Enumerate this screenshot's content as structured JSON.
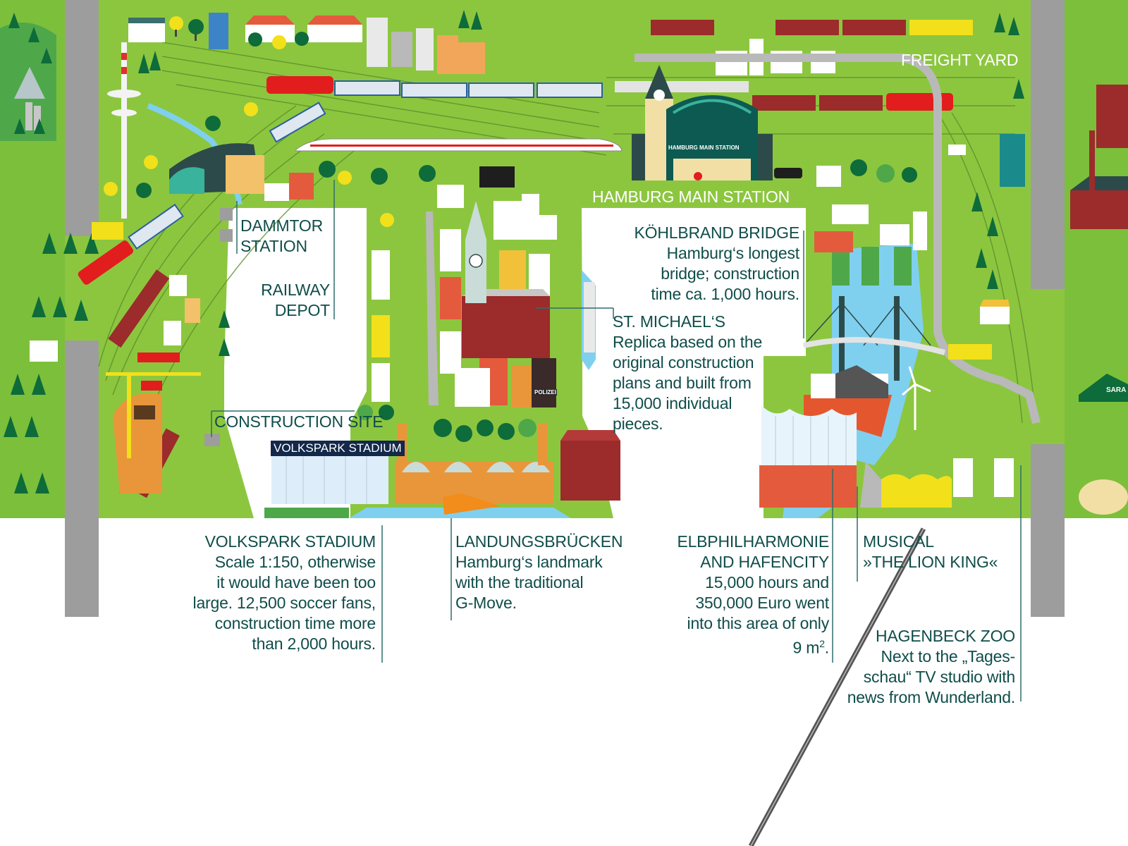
{
  "labels": {
    "freight_yard": "FREIGHT YARD",
    "hamburg_main_station": "HAMBURG MAIN STATION",
    "dammtor_station": {
      "line1": "DAMMTOR",
      "line2": "STATION"
    },
    "railway_depot": {
      "line1": "RAILWAY",
      "line2": "DEPOT"
    },
    "construction_site": "CONSTRUCTION SITE",
    "kohlbrand_bridge": {
      "title": "KÖHLBRAND BRIDGE",
      "lines": [
        "Hamburg‘s longest",
        "bridge; construction",
        "time ca. 1,000 hours."
      ]
    },
    "st_michaels": {
      "title": "ST. MICHAEL‘S",
      "lines": [
        "Replica based on the",
        "original construction",
        "plans and built from",
        "15,000 individual",
        "pieces."
      ]
    },
    "volkspark_stadium": {
      "title": "VOLKSPARK STADIUM",
      "lines": [
        "Scale 1:150, otherwise",
        "it would have been too",
        "large. 12,500 soccer fans,",
        "construction time more",
        "than 2,000 hours."
      ]
    },
    "landungsbrucken": {
      "title": "LANDUNGSBRÜCKEN",
      "lines": [
        "Hamburg‘s landmark",
        "with the traditional",
        "G-Move."
      ]
    },
    "elbphilharmonie": {
      "title_line1": "ELBPHILHARMONIE",
      "title_line2": "AND HAFENCITY",
      "lines": [
        "15,000 hours and",
        "350,000 Euro went",
        "into this area of only"
      ],
      "last_line": "9 m",
      "superscript": "2",
      "last_suffix": "."
    },
    "musical": {
      "line1": "MUSICAL",
      "line2": "»THE LION KING«"
    },
    "hagenbeck_zoo": {
      "title": "HAGENBECK ZOO",
      "lines": [
        "Next to the „Tages-",
        "schau“ TV studio with",
        "news from Wunderland."
      ]
    }
  },
  "signs": {
    "stadium_sign": "VOLKSPARK STADIUM",
    "station_sign": "HAMBURG MAIN STATION",
    "police_sign": "POLIZEI",
    "sarasani_sign": "SARA"
  },
  "colors": {
    "grass": "#8cc63f",
    "label_text": "#0f4d4a",
    "water": "#7fd0ef",
    "road": "#b9b9b9",
    "pillar": "#9d9d9d",
    "leader_line": "#2e6e6a",
    "dark_tree": "#0e6b3a"
  }
}
